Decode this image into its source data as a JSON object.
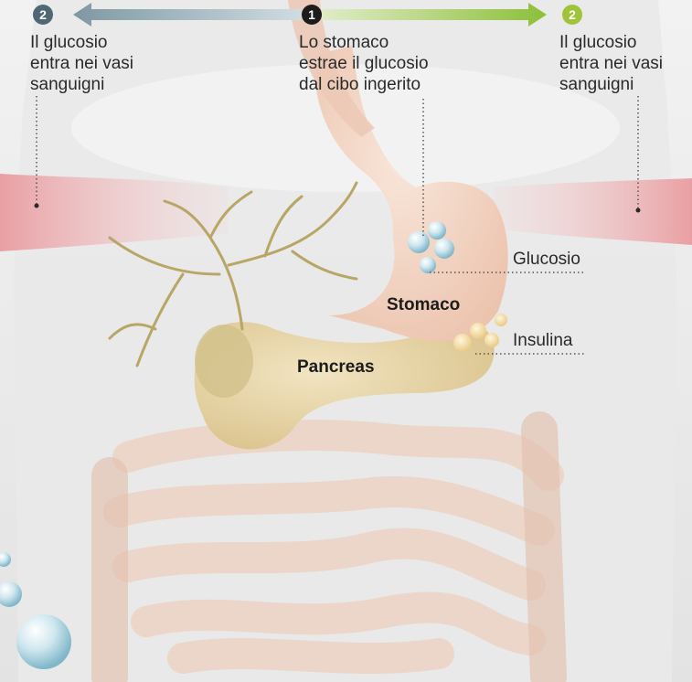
{
  "colors": {
    "step1_badge": "#1c1c1c",
    "step2_left_badge": "#4f6873",
    "step2_right_badge": "#9fc43a",
    "arrow_left": "#8fa6ae",
    "arrow_right": "#8cbf3a",
    "glucose_bubble": "#b9dde9",
    "insulin_blob": "#f3dca3",
    "pancreas": "#e8d6a4",
    "stomach": "#f3d7c8",
    "blood_vessel": "#f0b6b8"
  },
  "steps": {
    "center": {
      "number": "1",
      "lines": [
        "Lo stomaco",
        "estrae il glucosio",
        "dal cibo ingerito"
      ]
    },
    "left": {
      "number": "2",
      "lines": [
        "Il glucosio",
        "entra nei vasi",
        "sanguigni"
      ]
    },
    "right": {
      "number": "2",
      "lines": [
        "Il glucosio",
        "entra nei vasi",
        "sanguigni"
      ]
    }
  },
  "organs": {
    "stomach": "Stomaco",
    "pancreas": "Pancreas"
  },
  "callouts": {
    "glucose": "Glucosio",
    "insulin": "Insulina"
  }
}
